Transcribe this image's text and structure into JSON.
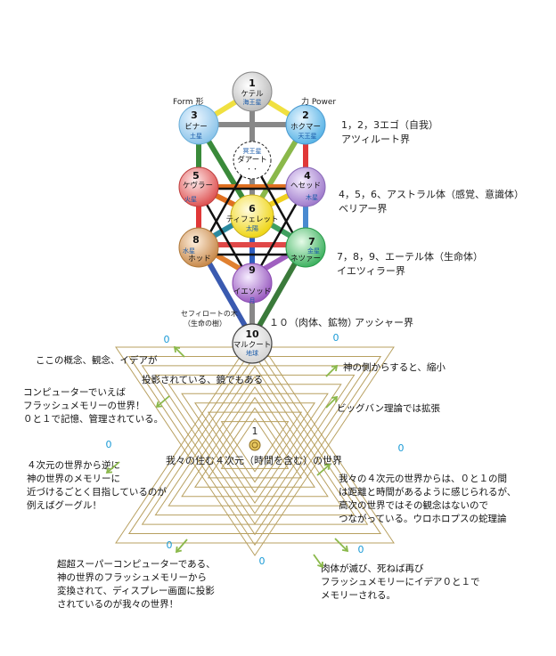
{
  "tree": {
    "caption_line1": "セフィロートの木",
    "caption_line2": "（生命の樹）",
    "form_label": "Form 形",
    "power_label": "力 Power",
    "sephirot": [
      {
        "number": "1",
        "name": "ケテル",
        "planet": "海王星"
      },
      {
        "number": "2",
        "name": "ホクマー",
        "planet": "天王星"
      },
      {
        "number": "3",
        "name": "ビナー",
        "planet": "土星"
      },
      {
        "number": "4",
        "name": "ヘセッド",
        "planet": "木星"
      },
      {
        "number": "5",
        "name": "ケヴラー",
        "planet": "火星"
      },
      {
        "number": "6",
        "name": "ティフェレット",
        "planet": "太陽"
      },
      {
        "number": "7",
        "name": "ネツァー",
        "planet": "金星"
      },
      {
        "number": "8",
        "name": "ホッド",
        "planet": "水星"
      },
      {
        "number": "9",
        "name": "イエソッド",
        "planet": "月"
      },
      {
        "number": "10",
        "name": "マルクート",
        "planet": "地球"
      }
    ],
    "daath": {
      "planet": "冥王星",
      "name": "ダアート"
    }
  },
  "realms": [
    {
      "desc": "1，2，3エゴ（自我）",
      "name": "アツィルート界",
      "color": "#1a8fd6"
    },
    {
      "desc": "4，5，6、アストラル体（感覚、意識体）",
      "name": "ベリアー界",
      "color": "#3a9a2a"
    },
    {
      "desc": "7，8，9、エーテル体（生命体）",
      "name": "イエツィラー界",
      "color": "#e0a020"
    },
    {
      "desc": "１０（肉体、鉱物）",
      "name": "アッシャー界",
      "color": "#c0282e"
    }
  ],
  "zeros": [
    "0",
    "0",
    "0",
    "0",
    "0",
    "0",
    "0"
  ],
  "center_label": "1",
  "world_label": "我々の住む４次元（時間を含む）の世界",
  "notes": {
    "concept": "ここの概念、観念、イデアが",
    "projected": "投影されている、鏡でもある",
    "computer": [
      "コンピューターでいえば",
      "フラッシュメモリーの世界！",
      "０と１で記憶、管理されている。"
    ],
    "google": [
      "４次元の世界から逆に",
      "神の世界のメモリーに",
      "近づけるごとく目指しているのが",
      "例えばグーグル！"
    ],
    "super": [
      "超超スーパーコンピューターである、",
      "神の世界のフラッシュメモリーから",
      "変換されて、ディスプレー画面に投影",
      "されているのが我々の世界！"
    ],
    "god_side": "神の側からすると、縮小",
    "bigbang": "ビッグバン理論では拡張",
    "ouroboros": [
      "我々の４次元の世界からは、０と１の間",
      "は距離と時間があるように感じられるが、",
      "高次の世界ではその観念はないので",
      "つながっている。ウロホロプスの蛇理論"
    ],
    "death": [
      "肉体が滅び、死ねば再び",
      "フラッシュメモリーにイデア０と１で",
      "メモリーされる。"
    ]
  },
  "colors": {
    "ketel": "#e0e0e0",
    "chokmah": "#7ec8ef",
    "binah": "#a8d4ef",
    "chesed": "#b89ad8",
    "gevurah": "#e46a6a",
    "tiferet": "#f4e33a",
    "netzach": "#5cc87a",
    "hod": "#d8a064",
    "yesod": "#a874c8",
    "malkuth": "#f4f4f4",
    "hexagram": "#b8a060",
    "arrow": "#8ab84a"
  }
}
